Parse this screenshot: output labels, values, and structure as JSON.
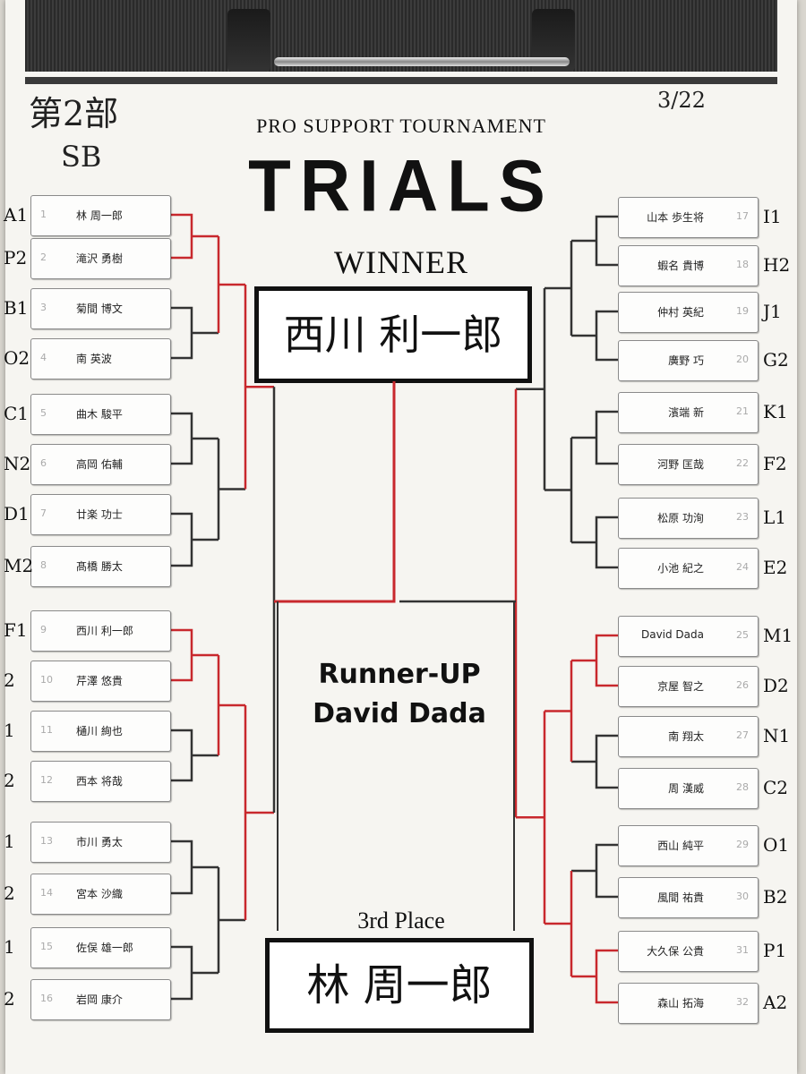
{
  "header": {
    "division": "第2部",
    "category": "SB",
    "date": "3/22",
    "tournament": "PRO SUPPORT TOURNAMENT",
    "title": "TRIALS"
  },
  "winner": {
    "label": "WINNER",
    "name": "西川 利一郎"
  },
  "runner_up": {
    "label": "Runner-UP",
    "name": "David Dada"
  },
  "third": {
    "label": "3rd Place",
    "name": "林 周一郎"
  },
  "left_players": [
    {
      "no": "1",
      "name": "林 周一郎",
      "seed": "A1"
    },
    {
      "no": "2",
      "name": "滝沢 勇樹",
      "seed": "P2"
    },
    {
      "no": "3",
      "name": "菊間 博文",
      "seed": "B1"
    },
    {
      "no": "4",
      "name": "南 英波",
      "seed": "O2"
    },
    {
      "no": "5",
      "name": "曲木 駿平",
      "seed": "C1"
    },
    {
      "no": "6",
      "name": "高岡 佑輔",
      "seed": "N2"
    },
    {
      "no": "7",
      "name": "廿楽 功士",
      "seed": "D1"
    },
    {
      "no": "8",
      "name": "髙橋 勝太",
      "seed": "M2"
    },
    {
      "no": "9",
      "name": "西川 利一郎",
      "seed": "F1"
    },
    {
      "no": "10",
      "name": "芹澤 悠貴",
      "seed": "2"
    },
    {
      "no": "11",
      "name": "樋川 絢也",
      "seed": "1"
    },
    {
      "no": "12",
      "name": "西本 将哉",
      "seed": "2"
    },
    {
      "no": "13",
      "name": "市川 勇太",
      "seed": "1"
    },
    {
      "no": "14",
      "name": "宮本 沙織",
      "seed": "2"
    },
    {
      "no": "15",
      "name": "佐俣 雄一郎",
      "seed": "1"
    },
    {
      "no": "16",
      "name": "岩岡 康介",
      "seed": "2"
    }
  ],
  "right_players": [
    {
      "no": "17",
      "name": "山本 歩生将",
      "seed": "I1"
    },
    {
      "no": "18",
      "name": "蝦名 貴博",
      "seed": "H2"
    },
    {
      "no": "19",
      "name": "仲村 英紀",
      "seed": "J1"
    },
    {
      "no": "20",
      "name": "廣野 巧",
      "seed": "G2"
    },
    {
      "no": "21",
      "name": "濱端 新",
      "seed": "K1"
    },
    {
      "no": "22",
      "name": "河野 匡哉",
      "seed": "F2"
    },
    {
      "no": "23",
      "name": "松原 功洵",
      "seed": "L1"
    },
    {
      "no": "24",
      "name": "小池 紀之",
      "seed": "E2"
    },
    {
      "no": "25",
      "name": "David Dada",
      "seed": "M1"
    },
    {
      "no": "26",
      "name": "京屋 智之",
      "seed": "D2"
    },
    {
      "no": "27",
      "name": "南 翔太",
      "seed": "N1"
    },
    {
      "no": "28",
      "name": "周 漢威",
      "seed": "C2"
    },
    {
      "no": "29",
      "name": "西山 純平",
      "seed": "O1"
    },
    {
      "no": "30",
      "name": "風間 祐貴",
      "seed": "B2"
    },
    {
      "no": "31",
      "name": "大久保 公貴",
      "seed": "P1"
    },
    {
      "no": "32",
      "name": "森山 拓海",
      "seed": "A2"
    }
  ],
  "colors": {
    "winner_line": "#c8282d",
    "line": "#333333"
  }
}
